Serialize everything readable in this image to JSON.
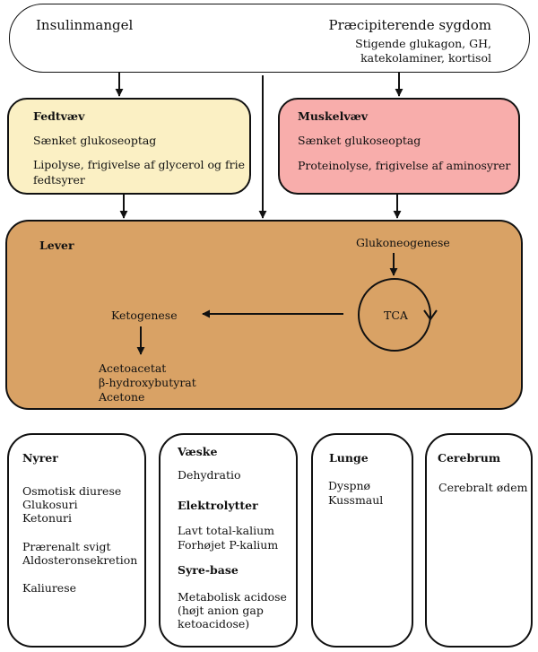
{
  "top": {
    "left_label": "Insulinmangel",
    "right_title": "Præcipiterende sygdom",
    "right_line1": "Stigende glukagon, GH,",
    "right_line2": "katekolaminer, kortisol"
  },
  "fedtvaev": {
    "title": "Fedtvæv",
    "line1": "Sænket glukoseoptag",
    "line2": "Lipolyse, frigivelse af glycerol og frie",
    "line3": "fedtsyrer",
    "color": "#fbf0c4"
  },
  "muskelvaev": {
    "title": "Muskelvæv",
    "line1": "Sænket glukoseoptag",
    "line2": "Proteinolyse, frigivelse af aminosyrer",
    "color": "#f8adab"
  },
  "lever": {
    "title": "Lever",
    "glukoneogenese": "Glukoneogenese",
    "tca": "TCA",
    "ketogenese": "Ketogenese",
    "products": [
      "Acetoacetat",
      "β-hydroxybutyrat",
      "Acetone"
    ],
    "color": "#d9a265"
  },
  "nyrer": {
    "title": "Nyrer",
    "lines": [
      "Osmotisk diurese",
      "Glukosuri",
      "Ketonuri",
      "Prærenalt svigt",
      "Aldosteronsekretion",
      "Kaliurese"
    ]
  },
  "vaeske": {
    "title": "Væske",
    "line1": "Dehydratio",
    "elektrolytter_title": "Elektrolytter",
    "elektrolytter": [
      "Lavt total-kalium",
      "Forhøjet P-kalium"
    ],
    "syrebase_title": "Syre-base",
    "syrebase": [
      "Metabolisk acidose",
      "(højt anion gap",
      "ketoacidose)"
    ]
  },
  "lunge": {
    "title": "Lunge",
    "lines": [
      "Dyspnø",
      "Kussmaul"
    ]
  },
  "cerebrum": {
    "title": "Cerebrum",
    "lines": [
      "Cerebralt ødem"
    ]
  }
}
